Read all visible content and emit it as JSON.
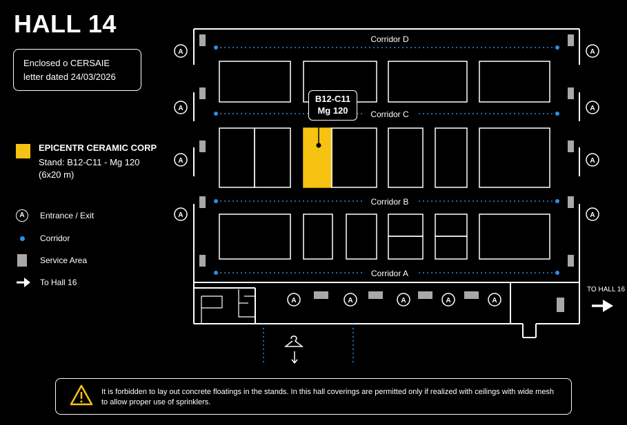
{
  "hall_title": "HALL 14",
  "note": "Enclosed o CERSAIE letter dated 24/03/2026",
  "exhibitor": {
    "name": "EPICENTR CERAMIC CORP",
    "stand_line1": "Stand: B12-C11 - Mg 120",
    "stand_line2": "(6x20 m)",
    "highlight_color": "#f6c313"
  },
  "legend": {
    "entrance_symbol": "A",
    "entrance_label": "Entrance / Exit",
    "corridor_label": "Corridor",
    "service_label": "Service Area",
    "to_hall_label": "To Hall 16"
  },
  "map": {
    "corridors": [
      "Corridor D",
      "Corridor C",
      "Corridor B",
      "Corridor A"
    ],
    "entrance_symbol": "A",
    "callout_line1": "B12-C11",
    "callout_line2": "Mg 120",
    "to_hall_label": "TO HALL 16",
    "corridor_color": "#2f8ee0",
    "service_color": "#a8a8a8"
  },
  "warning": {
    "text": "It is forbidden to lay out concrete floatings in the stands. In this hall coverings are permitted only if realized with ceilings with wide mesh to allow proper use of sprinklers.",
    "icon_color": "#f6c313"
  }
}
